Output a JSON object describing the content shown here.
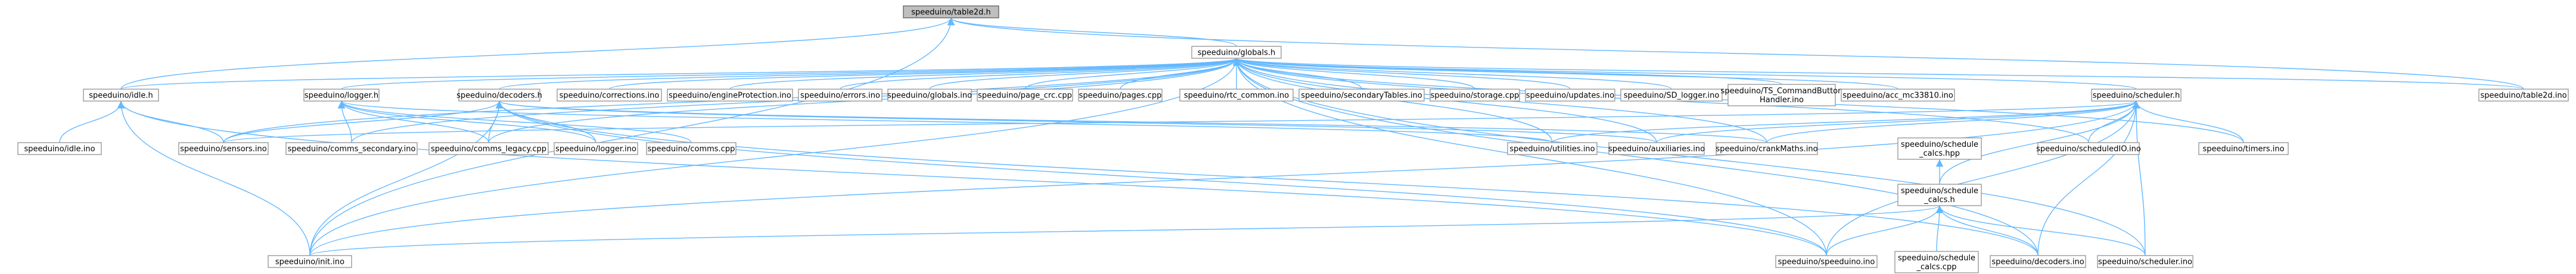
{
  "nodes": [
    {
      "id": "tables2d_h",
      "lines": [
        "speeduino/table2d.h"
      ],
      "root": true
    },
    {
      "id": "globals_h",
      "lines": [
        "speeduino/globals.h"
      ]
    },
    {
      "id": "idle_h",
      "lines": [
        "speeduino/idle.h"
      ]
    },
    {
      "id": "logger_h",
      "lines": [
        "speeduino/logger.h"
      ]
    },
    {
      "id": "decoders_h",
      "lines": [
        "speeduino/decoders.h"
      ]
    },
    {
      "id": "corrections_ino",
      "lines": [
        "speeduino/corrections.ino"
      ]
    },
    {
      "id": "engineProtection_ino",
      "lines": [
        "speeduino/engineProtection.ino"
      ]
    },
    {
      "id": "errors_ino",
      "lines": [
        "speeduino/errors.ino"
      ]
    },
    {
      "id": "globals_ino",
      "lines": [
        "speeduino/globals.ino"
      ]
    },
    {
      "id": "page_crc_cpp",
      "lines": [
        "speeduino/page_crc.cpp"
      ]
    },
    {
      "id": "pages_cpp",
      "lines": [
        "speeduino/pages.cpp"
      ]
    },
    {
      "id": "rtc_common_ino",
      "lines": [
        "speeduino/rtc_common.ino"
      ]
    },
    {
      "id": "secondaryTables_ino",
      "lines": [
        "speeduino/secondaryTables.ino"
      ]
    },
    {
      "id": "storage_cpp",
      "lines": [
        "speeduino/storage.cpp"
      ]
    },
    {
      "id": "updates_ino",
      "lines": [
        "speeduino/updates.ino"
      ]
    },
    {
      "id": "SD_logger_ino",
      "lines": [
        "speeduino/SD_logger.ino"
      ]
    },
    {
      "id": "TS_CommandButtonHandler_ino",
      "lines": [
        "speeduino/TS_CommandButton",
        "Handler.ino"
      ]
    },
    {
      "id": "acc_mc33810_ino",
      "lines": [
        "speeduino/acc_mc33810.ino"
      ]
    },
    {
      "id": "scheduler_h",
      "lines": [
        "speeduino/scheduler.h"
      ]
    },
    {
      "id": "tables2d_ino",
      "lines": [
        "speeduino/table2d.ino"
      ]
    },
    {
      "id": "idle_ino",
      "lines": [
        "speeduino/idle.ino"
      ]
    },
    {
      "id": "sensors_ino",
      "lines": [
        "speeduino/sensors.ino"
      ]
    },
    {
      "id": "comms_secondary_ino",
      "lines": [
        "speeduino/comms_secondary.ino"
      ]
    },
    {
      "id": "comms_legacy_cpp",
      "lines": [
        "speeduino/comms_legacy.cpp"
      ]
    },
    {
      "id": "logger_ino",
      "lines": [
        "speeduino/logger.ino"
      ]
    },
    {
      "id": "comms_cpp",
      "lines": [
        "speeduino/comms.cpp"
      ]
    },
    {
      "id": "utilities_ino",
      "lines": [
        "speeduino/utilities.ino"
      ]
    },
    {
      "id": "auxiliaries_ino",
      "lines": [
        "speeduino/auxiliaries.ino"
      ]
    },
    {
      "id": "crankMaths_ino",
      "lines": [
        "speeduino/crankMaths.ino"
      ]
    },
    {
      "id": "schedule_calcs_hpp",
      "lines": [
        "speeduino/schedule",
        "_calcs.hpp"
      ]
    },
    {
      "id": "schedule_calcs_h",
      "lines": [
        "speeduino/schedule",
        "_calcs.h"
      ]
    },
    {
      "id": "scheduledIO_ino",
      "lines": [
        "speeduino/scheduledIO.ino"
      ]
    },
    {
      "id": "timers_ino",
      "lines": [
        "speeduino/timers.ino"
      ]
    },
    {
      "id": "init_ino",
      "lines": [
        "speeduino/init.ino"
      ]
    },
    {
      "id": "schedule_calcs_cpp",
      "lines": [
        "speeduino/schedule",
        "_calcs.cpp"
      ]
    },
    {
      "id": "speeduino_ino",
      "lines": [
        "speeduino/speeduino.ino"
      ]
    },
    {
      "id": "decoders_ino",
      "lines": [
        "speeduino/decoders.ino"
      ]
    },
    {
      "id": "scheduler_ino",
      "lines": [
        "speeduino/scheduler.ino"
      ]
    }
  ],
  "edges": [
    [
      "tables2d_h",
      "globals_h"
    ],
    [
      "tables2d_h",
      "idle_h"
    ],
    [
      "tables2d_h",
      "tables2d_ino"
    ],
    [
      "tables2d_h",
      "init_ino"
    ],
    [
      "globals_h",
      "idle_h"
    ],
    [
      "globals_h",
      "logger_h"
    ],
    [
      "globals_h",
      "decoders_h"
    ],
    [
      "globals_h",
      "corrections_ino"
    ],
    [
      "globals_h",
      "engineProtection_ino"
    ],
    [
      "globals_h",
      "errors_ino"
    ],
    [
      "globals_h",
      "globals_ino"
    ],
    [
      "globals_h",
      "page_crc_cpp"
    ],
    [
      "globals_h",
      "pages_cpp"
    ],
    [
      "globals_h",
      "rtc_common_ino"
    ],
    [
      "globals_h",
      "secondaryTables_ino"
    ],
    [
      "globals_h",
      "storage_cpp"
    ],
    [
      "globals_h",
      "updates_ino"
    ],
    [
      "globals_h",
      "SD_logger_ino"
    ],
    [
      "globals_h",
      "TS_CommandButtonHandler_ino"
    ],
    [
      "globals_h",
      "acc_mc33810_ino"
    ],
    [
      "globals_h",
      "scheduler_h"
    ],
    [
      "globals_h",
      "tables2d_ino"
    ],
    [
      "globals_h",
      "sensors_ino"
    ],
    [
      "globals_h",
      "comms_secondary_ino"
    ],
    [
      "globals_h",
      "comms_legacy_cpp"
    ],
    [
      "globals_h",
      "init_ino"
    ],
    [
      "globals_h",
      "utilities_ino"
    ],
    [
      "globals_h",
      "auxiliaries_ino"
    ],
    [
      "globals_h",
      "crankMaths_ino"
    ],
    [
      "globals_h",
      "timers_ino"
    ],
    [
      "globals_h",
      "scheduledIO_ino"
    ],
    [
      "globals_h",
      "speeduino_ino"
    ],
    [
      "globals_h",
      "decoders_ino"
    ],
    [
      "globals_h",
      "scheduler_ino"
    ],
    [
      "idle_h",
      "idle_ino"
    ],
    [
      "idle_h",
      "sensors_ino"
    ],
    [
      "idle_h",
      "init_ino"
    ],
    [
      "idle_h",
      "speeduino_ino"
    ],
    [
      "logger_h",
      "comms_secondary_ino"
    ],
    [
      "logger_h",
      "comms_legacy_cpp"
    ],
    [
      "logger_h",
      "logger_ino"
    ],
    [
      "logger_h",
      "comms_cpp"
    ],
    [
      "logger_h",
      "utilities_ino"
    ],
    [
      "decoders_h",
      "sensors_ino"
    ],
    [
      "decoders_h",
      "comms_legacy_cpp"
    ],
    [
      "decoders_h",
      "logger_ino"
    ],
    [
      "decoders_h",
      "init_ino"
    ],
    [
      "decoders_h",
      "auxiliaries_ino"
    ],
    [
      "decoders_h",
      "crankMaths_ino"
    ],
    [
      "decoders_h",
      "speeduino_ino"
    ],
    [
      "decoders_h",
      "decoders_ino"
    ],
    [
      "scheduler_h",
      "sensors_ino"
    ],
    [
      "scheduler_h",
      "utilities_ino"
    ],
    [
      "scheduler_h",
      "auxiliaries_ino"
    ],
    [
      "scheduler_h",
      "crankMaths_ino"
    ],
    [
      "scheduler_h",
      "schedule_calcs_h"
    ],
    [
      "scheduler_h",
      "scheduledIO_ino"
    ],
    [
      "scheduler_h",
      "timers_ino"
    ],
    [
      "scheduler_h",
      "init_ino"
    ],
    [
      "scheduler_h",
      "speeduino_ino"
    ],
    [
      "scheduler_h",
      "decoders_ino"
    ],
    [
      "scheduler_h",
      "scheduler_ino"
    ],
    [
      "schedule_calcs_hpp",
      "schedule_calcs_h"
    ],
    [
      "schedule_calcs_h",
      "init_ino"
    ],
    [
      "schedule_calcs_h",
      "schedule_calcs_cpp"
    ],
    [
      "schedule_calcs_h",
      "speeduino_ino"
    ],
    [
      "schedule_calcs_h",
      "decoders_ino"
    ],
    [
      "schedule_calcs_h",
      "scheduler_ino"
    ]
  ]
}
